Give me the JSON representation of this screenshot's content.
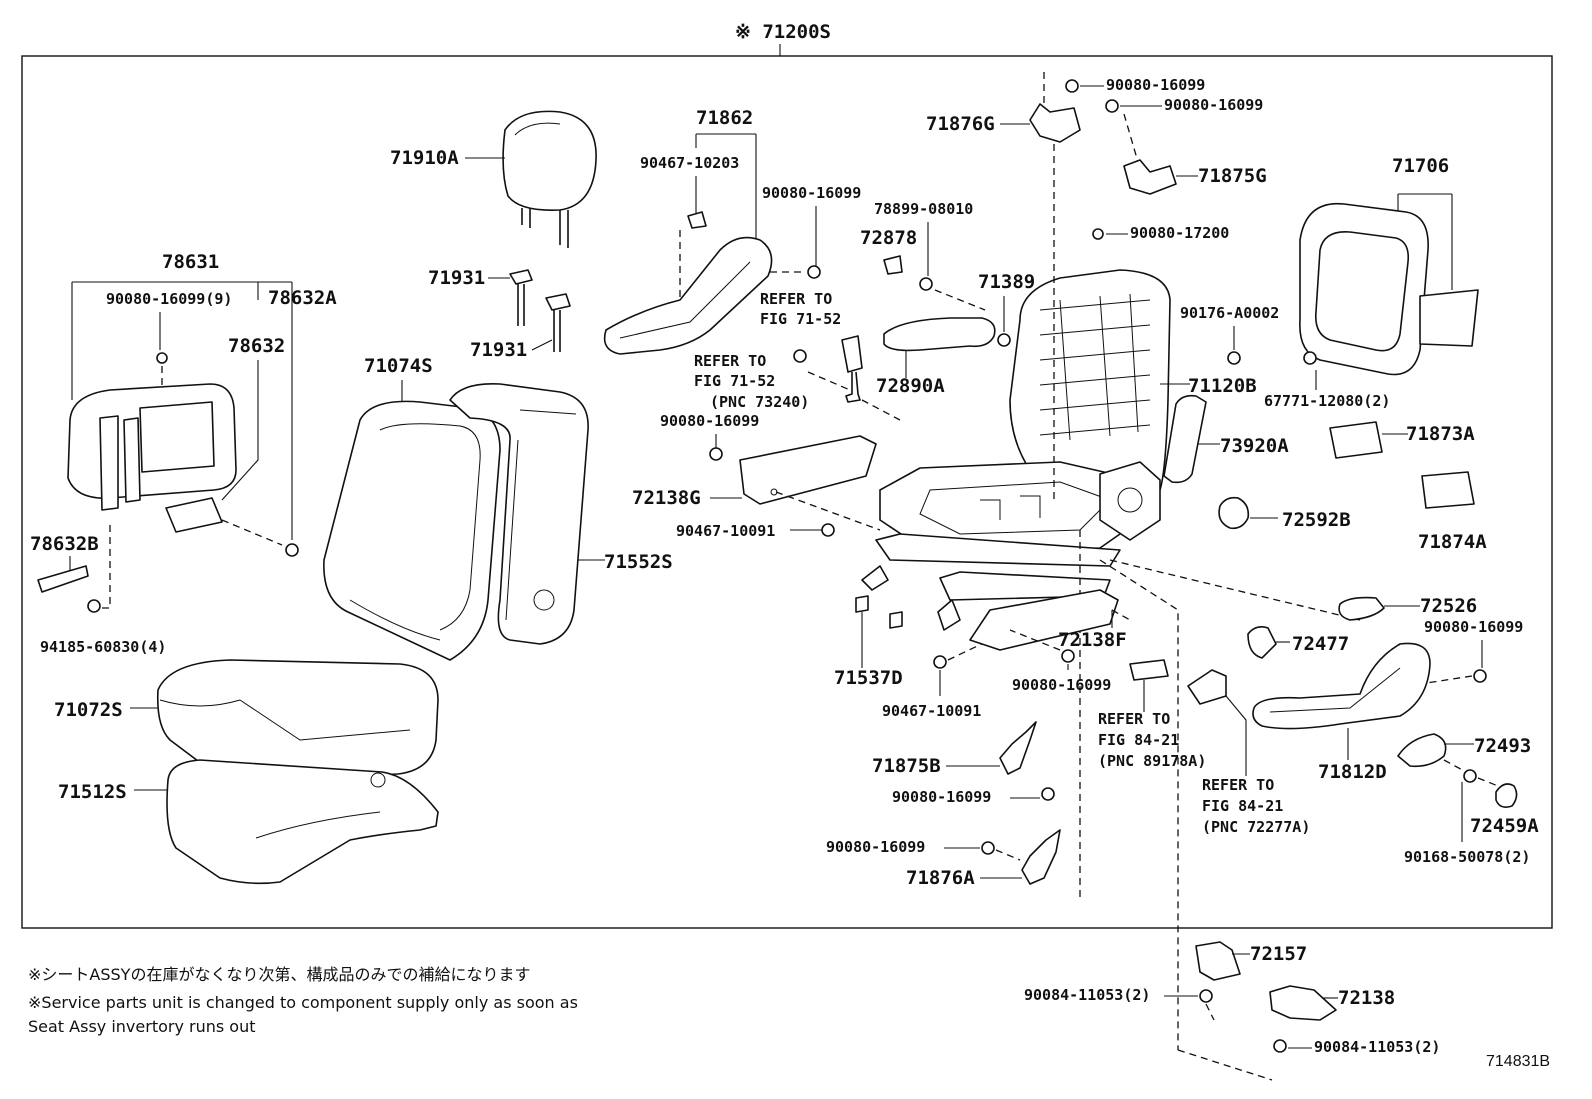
{
  "diagram": {
    "title": "※ 71200S",
    "figure_id": "714831B",
    "notes": {
      "japanese": "※シートASSYの在庫がなくなり次第、構成品のみでの補給になります",
      "english_line1": "※Service parts unit is changed to component supply only as soon as",
      "english_line2": "Seat Assy invertory runs out"
    },
    "labels": {
      "l71910a": "71910A",
      "l78631": "78631",
      "l90080_9": "90080-16099(9)",
      "l78632a": "78632A",
      "l78632": "78632",
      "l78632b": "78632B",
      "l94185": "94185-60830(4)",
      "l71931a": "71931",
      "l71931b": "71931",
      "l71074s": "71074S",
      "l71552s": "71552S",
      "l71072s": "71072S",
      "l71512s": "71512S",
      "l71862": "71862",
      "l90467_10203": "90467-10203",
      "l90080_a": "90080-16099",
      "l78899": "78899-08010",
      "l72878": "72878",
      "l71389": "71389",
      "l72890a": "72890A",
      "refer1_line1": "REFER TO",
      "refer1_line2": "FIG 71-52",
      "refer2_line1": "REFER TO",
      "refer2_line2": "FIG 71-52",
      "refer2_line3": "(PNC 73240)",
      "l90080_b": "90080-16099",
      "l72138g": "72138G",
      "l90467_10091a": "90467-10091",
      "l71537d": "71537D",
      "l90467_10091b": "90467-10091",
      "l90080_c": "90080-16099",
      "l72138f": "72138F",
      "l71876g": "71876G",
      "l90080_top1": "90080-16099",
      "l90080_top2": "90080-16099",
      "l71875g": "71875G",
      "l90080_17200": "90080-17200",
      "l90176": "90176-A0002",
      "l71120b": "71120B",
      "l73920a": "73920A",
      "l72592b": "72592B",
      "l71706": "71706",
      "l67771": "67771-12080(2)",
      "l71873a": "71873A",
      "l71874a": "71874A",
      "l72526": "72526",
      "l90080_d": "90080-16099",
      "l72477": "72477",
      "l72493": "72493",
      "l71812d": "71812D",
      "l72459a": "72459A",
      "l90168": "90168-50078(2)",
      "refer3_line1": "REFER TO",
      "refer3_line2": "FIG 84-21",
      "refer3_line3": "(PNC 89178A)",
      "refer4_line1": "REFER TO",
      "refer4_line2": "FIG 84-21",
      "refer4_line3": "(PNC 72277A)",
      "l71875b": "71875B",
      "l90080_e": "90080-16099",
      "l90080_f": "90080-16099",
      "l71876a": "71876A",
      "l72157": "72157",
      "l90084_a": "90084-11053(2)",
      "l72138": "72138",
      "l90084_b": "90084-11053(2)"
    }
  }
}
